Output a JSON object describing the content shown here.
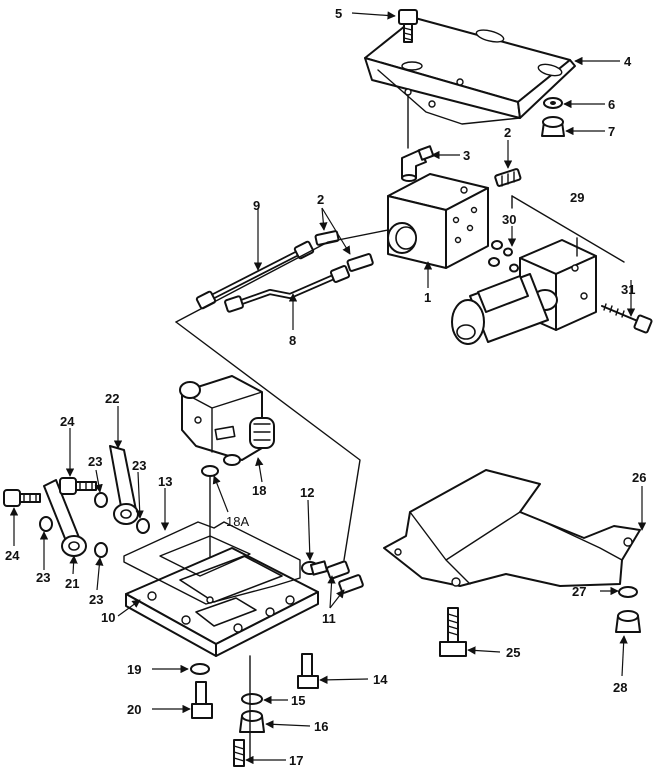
{
  "callouts": {
    "c1": "1",
    "c2a": "2",
    "c2b": "2",
    "c3": "3",
    "c4": "4",
    "c5": "5",
    "c6": "6",
    "c7": "7",
    "c8": "8",
    "c9": "9",
    "c10": "10",
    "c11": "11",
    "c12": "12",
    "c13": "13",
    "c14": "14",
    "c15": "15",
    "c16": "16",
    "c17": "17",
    "c18": "18",
    "c18a": "18A",
    "c19": "19",
    "c20": "20",
    "c21": "21",
    "c22": "22",
    "c23a": "23",
    "c23b": "23",
    "c23c": "23",
    "c23d": "23",
    "c24a": "24",
    "c24b": "24",
    "c25": "25",
    "c26": "26",
    "c27": "27",
    "c28": "28",
    "c29": "29",
    "c30": "30",
    "c31": "31"
  },
  "colors": {
    "line": "#111111",
    "background": "#ffffff"
  }
}
